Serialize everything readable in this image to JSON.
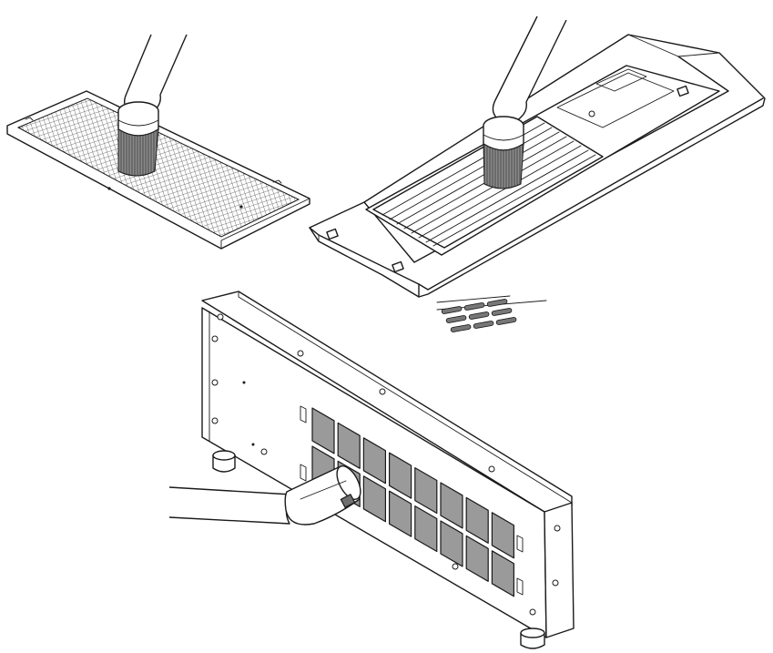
{
  "diagram": {
    "panels": [
      {
        "id": "mesh-filter-cleaning",
        "tool": "vacuum-brush-nozzle"
      },
      {
        "id": "filter-cover-cleaning",
        "tool": "vacuum-brush-nozzle"
      },
      {
        "id": "projector-intake-cleaning",
        "tool": "vacuum-hose",
        "filter_cells": 16
      }
    ],
    "colors": {
      "line": "#1a1a1a",
      "filter_mesh": "#9a9a9a",
      "background": "#ffffff"
    }
  }
}
